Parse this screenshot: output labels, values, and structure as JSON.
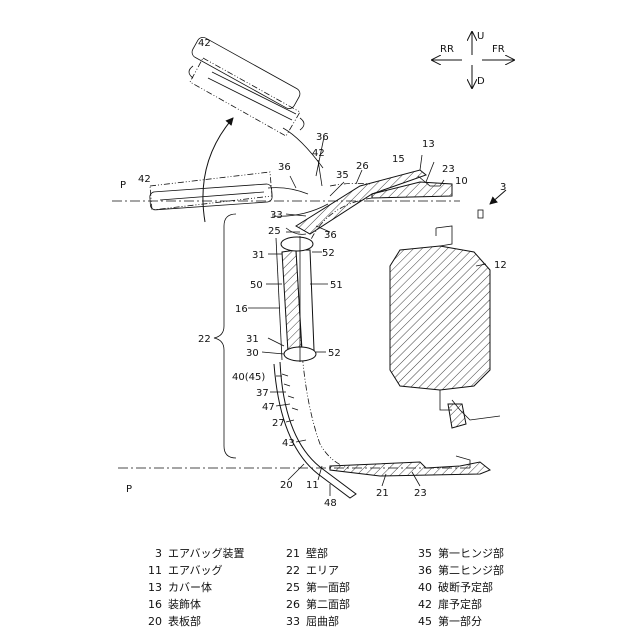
{
  "directions": {
    "up": "U",
    "down": "D",
    "rear": "RR",
    "front": "FR"
  },
  "labels": {
    "n42a": "42",
    "n36a": "36",
    "n42b": "42",
    "n13": "13",
    "n15": "15",
    "n26": "26",
    "n23a": "23",
    "n10": "10",
    "n3": "3",
    "nP1": "P",
    "n42c": "42",
    "n36b": "36",
    "n35": "35",
    "n33": "33",
    "n25": "25",
    "n36c": "36",
    "n31a": "31",
    "n52a": "52",
    "n12": "12",
    "n50": "50",
    "n51": "51",
    "n16": "16",
    "n22": "22",
    "n31b": "31",
    "n30": "30",
    "n52b": "52",
    "n4045": "40(45)",
    "n37": "37",
    "n47": "47",
    "n27": "27",
    "n43": "43",
    "nP2": "P",
    "n20": "20",
    "n11": "11",
    "n21": "21",
    "n23b": "23",
    "n48": "48"
  },
  "legend": {
    "col1": [
      {
        "num": "3",
        "text": "エアバッグ装置"
      },
      {
        "num": "11",
        "text": "エアバッグ"
      },
      {
        "num": "13",
        "text": "カバー体"
      },
      {
        "num": "16",
        "text": "装飾体"
      },
      {
        "num": "20",
        "text": "表板部"
      }
    ],
    "col2": [
      {
        "num": "21",
        "text": "壁部"
      },
      {
        "num": "22",
        "text": "エリア"
      },
      {
        "num": "25",
        "text": "第一面部"
      },
      {
        "num": "26",
        "text": "第二面部"
      },
      {
        "num": "33",
        "text": "屈曲部"
      }
    ],
    "col3": [
      {
        "num": "35",
        "text": "第一ヒンジ部"
      },
      {
        "num": "36",
        "text": "第二ヒンジ部"
      },
      {
        "num": "40",
        "text": "破断予定部"
      },
      {
        "num": "42",
        "text": "扉予定部"
      },
      {
        "num": "45",
        "text": "第一部分"
      }
    ]
  }
}
